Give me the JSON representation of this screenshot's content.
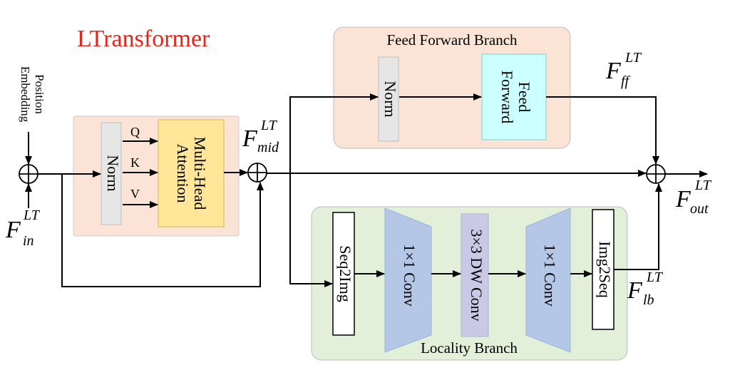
{
  "title": "LTransformer",
  "position_embedding": [
    "Position",
    "Embedding"
  ],
  "attention": {
    "norm": "Norm",
    "mha": [
      "Multi-Head",
      "Attention"
    ],
    "q": "Q",
    "k": "K",
    "v": "V"
  },
  "feed_forward_branch": {
    "title": "Feed Forward Branch",
    "norm": "Norm",
    "ff": [
      "Feed",
      "Forward"
    ]
  },
  "locality_branch": {
    "title": "Locality Branch",
    "seq2img": "Seq2Img",
    "conv1": "1×1 Conv",
    "dwconv": "3×3 DW Conv",
    "conv2": "1×1 Conv",
    "img2seq": "Img2Seq"
  },
  "features": {
    "in": {
      "main": "F",
      "sup": "LT",
      "sub": "in"
    },
    "mid": {
      "main": "F",
      "sup": "LT",
      "sub": "mid"
    },
    "ff": {
      "main": "F",
      "sup": "LT",
      "sub": "ff"
    },
    "lb": {
      "main": "F",
      "sup": "LT",
      "sub": "lb"
    },
    "out": {
      "main": "F",
      "sup": "LT",
      "sub": "out"
    }
  },
  "colors": {
    "title": "#e8231c",
    "attention_bg": "#fbe4d5",
    "ffn_bg": "#fbe4d5",
    "locality_bg": "#e2efd9",
    "norm_fill": "#e7e6e6",
    "mha_fill": "#ffe699",
    "ff_fill": "#ccffff",
    "conv_fill": "#b4c7e7",
    "dw_fill": "#c9c9e6"
  }
}
